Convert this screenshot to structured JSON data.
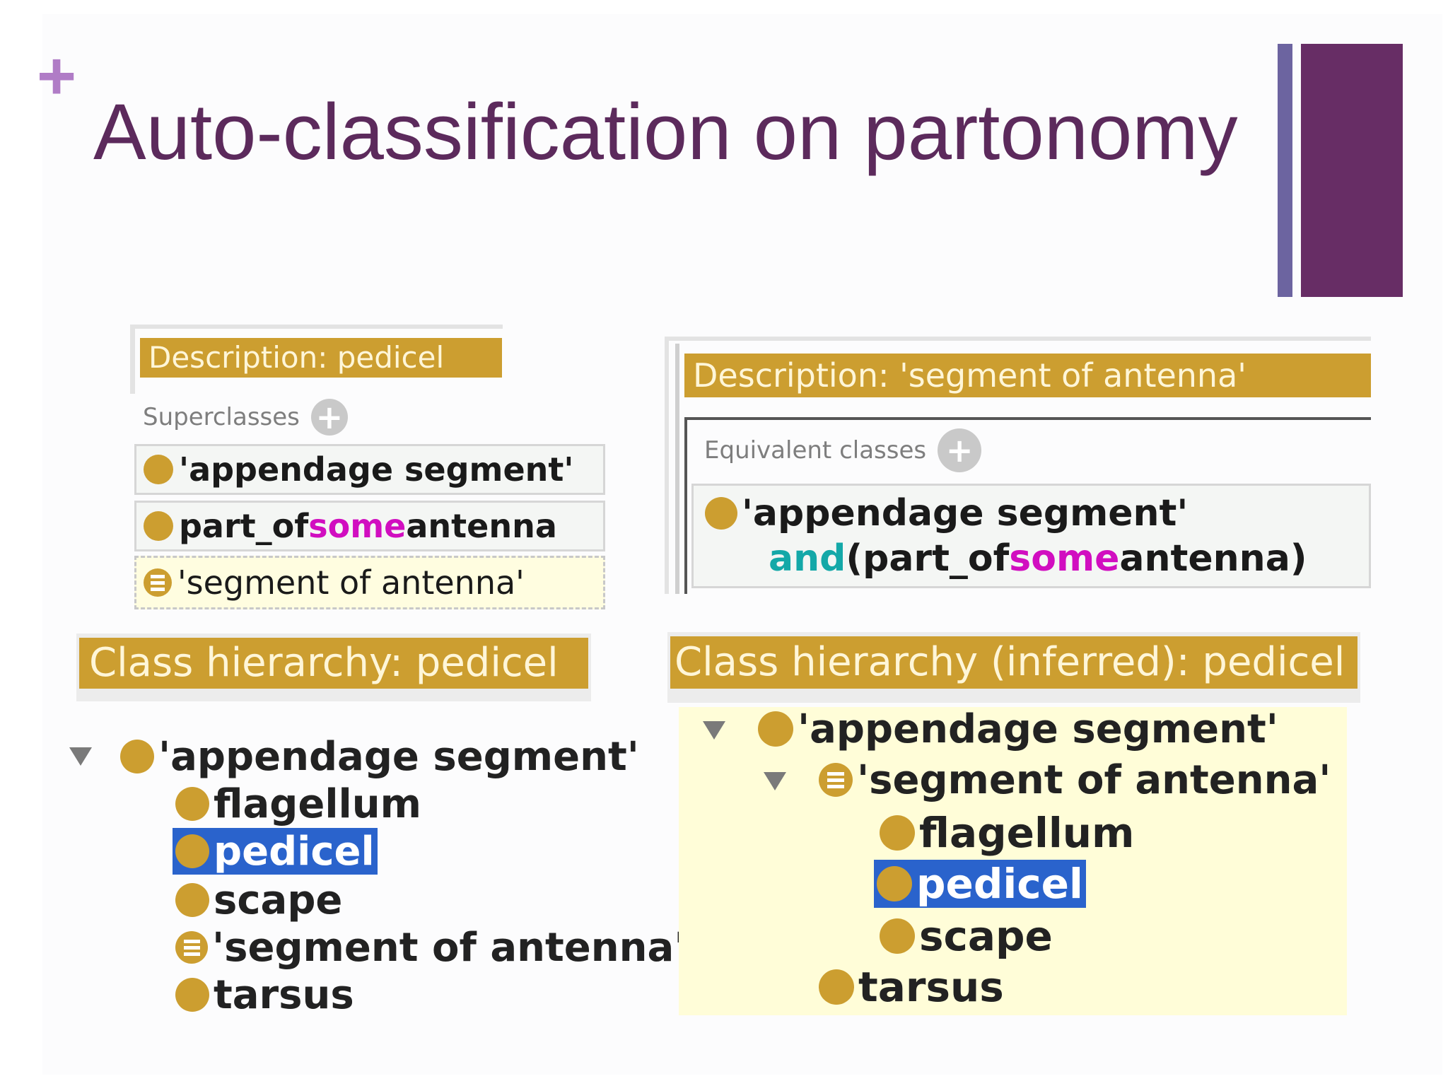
{
  "slide": {
    "plus": "+",
    "title": "Auto-classification on partonomy"
  },
  "left_description": {
    "header": "Description: pedicel",
    "section_label": "Superclasses",
    "add_symbol": "+",
    "rows": [
      {
        "text": "'appendage segment'"
      },
      {
        "prefix": "part_of ",
        "keyword": "some",
        "suffix": " antenna"
      },
      {
        "text": "'segment of antenna'",
        "inferred": true
      }
    ]
  },
  "right_description": {
    "header": "Description: 'segment of antenna'",
    "section_label": "Equivalent classes",
    "add_symbol": "+",
    "line1": "'appendage segment'",
    "line2_and": "and",
    "line2_pre": " (part_of ",
    "line2_some": "some",
    "line2_post": " antenna)"
  },
  "left_hierarchy": {
    "header": "Class hierarchy: pedicel",
    "root": "'appendage segment'",
    "children": [
      "flagellum",
      "pedicel",
      "scape",
      "'segment of antenna'",
      "tarsus"
    ],
    "selected": "pedicel"
  },
  "right_hierarchy": {
    "header": "Class hierarchy (inferred): pedicel",
    "root": "'appendage segment'",
    "mid": "'segment of antenna'",
    "grandchildren": [
      "flagellum",
      "pedicel",
      "scape"
    ],
    "sibling": "tarsus",
    "selected": "pedicel"
  },
  "colors": {
    "title": "#5c2a5c",
    "plus": "#b07cc6",
    "header_bg": "#cc9e30",
    "header_text": "#fff6d8",
    "keyword_some": "#d10ec0",
    "keyword_and": "#14a8a8",
    "selection": "#2a63cc",
    "bar_thin": "#6c64a0",
    "bar_thick": "#672d65"
  }
}
